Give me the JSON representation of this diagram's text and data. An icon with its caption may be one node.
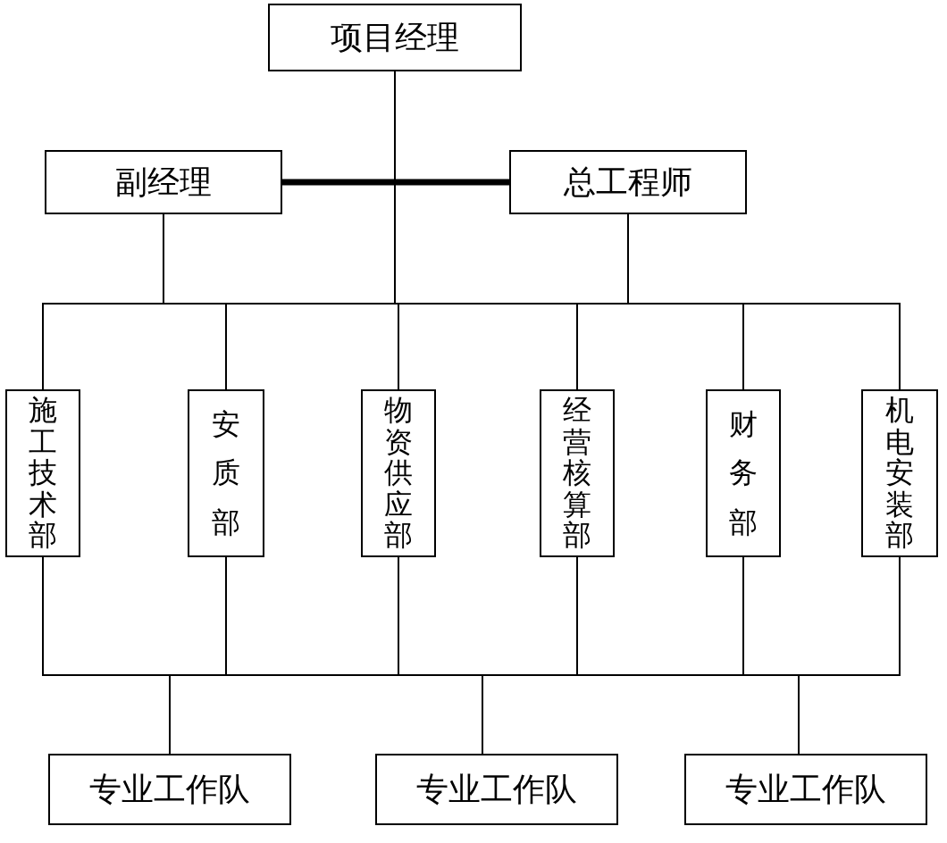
{
  "diagram": {
    "nodes": [
      {
        "text": [
          "项目经理"
        ]
      },
      {
        "text": [
          "副经理"
        ]
      },
      {
        "text": [
          "总工程师"
        ]
      },
      {
        "text": [
          "施工技术部"
        ]
      },
      {
        "text": [
          "安质部"
        ]
      },
      {
        "text": [
          "物资供应部"
        ]
      },
      {
        "text": [
          "经营核算部"
        ]
      },
      {
        "text": [
          "财务部"
        ]
      },
      {
        "text": [
          "机电安装部"
        ]
      },
      {
        "text": [
          "专业工作队"
        ]
      },
      {
        "text": [
          "专业工作队"
        ]
      },
      {
        "text": [
          "专业工作队"
        ]
      }
    ],
    "edges": [
      {
        "from": 1,
        "to": 2,
        "arrow": "none",
        "style": "thick"
      },
      {
        "from": 0,
        "to": 3,
        "arrow": "none"
      },
      {
        "from": 0,
        "to": 4,
        "arrow": "none"
      },
      {
        "from": 0,
        "to": 5,
        "arrow": "none"
      },
      {
        "from": 0,
        "to": 6,
        "arrow": "none"
      },
      {
        "from": 0,
        "to": 7,
        "arrow": "none"
      },
      {
        "from": 0,
        "to": 8,
        "arrow": "none"
      },
      {
        "from": 1,
        "to": 3,
        "arrow": "none"
      },
      {
        "from": 1,
        "to": 4,
        "arrow": "none"
      },
      {
        "from": 1,
        "to": 5,
        "arrow": "none"
      },
      {
        "from": 1,
        "to": 6,
        "arrow": "none"
      },
      {
        "from": 1,
        "to": 7,
        "arrow": "none"
      },
      {
        "from": 1,
        "to": 8,
        "arrow": "none"
      },
      {
        "from": 2,
        "to": 3,
        "arrow": "none"
      },
      {
        "from": 2,
        "to": 4,
        "arrow": "none"
      },
      {
        "from": 2,
        "to": 5,
        "arrow": "none"
      },
      {
        "from": 2,
        "to": 6,
        "arrow": "none"
      },
      {
        "from": 2,
        "to": 7,
        "arrow": "none"
      },
      {
        "from": 2,
        "to": 8,
        "arrow": "none"
      },
      {
        "from": 3,
        "to": 9,
        "arrow": "none"
      },
      {
        "from": 3,
        "to": 10,
        "arrow": "none"
      },
      {
        "from": 3,
        "to": 11,
        "arrow": "none"
      },
      {
        "from": 4,
        "to": 9,
        "arrow": "none"
      },
      {
        "from": 4,
        "to": 10,
        "arrow": "none"
      },
      {
        "from": 4,
        "to": 11,
        "arrow": "none"
      },
      {
        "from": 5,
        "to": 9,
        "arrow": "none"
      },
      {
        "from": 5,
        "to": 10,
        "arrow": "none"
      },
      {
        "from": 5,
        "to": 11,
        "arrow": "none"
      },
      {
        "from": 6,
        "to": 9,
        "arrow": "none"
      },
      {
        "from": 6,
        "to": 10,
        "arrow": "none"
      },
      {
        "from": 6,
        "to": 11,
        "arrow": "none"
      },
      {
        "from": 7,
        "to": 9,
        "arrow": "none"
      },
      {
        "from": 7,
        "to": 10,
        "arrow": "none"
      },
      {
        "from": 7,
        "to": 11,
        "arrow": "none"
      },
      {
        "from": 8,
        "to": 9,
        "arrow": "none"
      },
      {
        "from": 8,
        "to": 10,
        "arrow": "none"
      },
      {
        "from": 8,
        "to": 11,
        "arrow": "none"
      }
    ]
  }
}
